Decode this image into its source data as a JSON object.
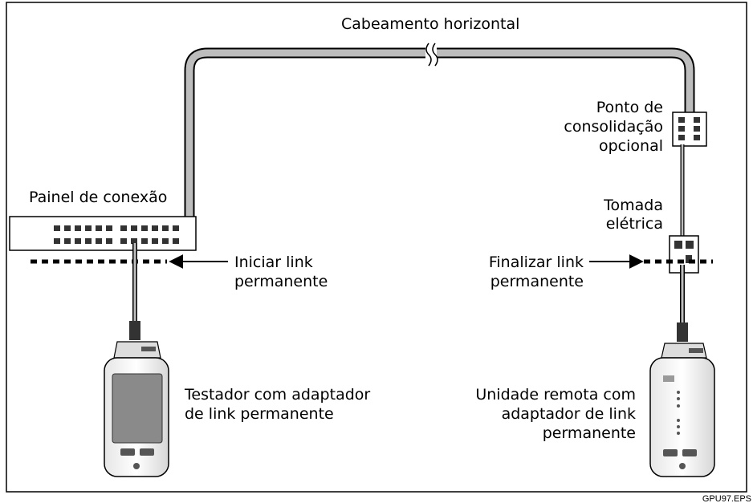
{
  "labels": {
    "horizontal_cabling": "Cabeamento horizontal",
    "patch_panel": "Painel de conexão",
    "consolidation_point": [
      "Ponto de",
      "consolidação",
      "opcional"
    ],
    "outlet": [
      "Tomada",
      "elétrica"
    ],
    "link_start": [
      "Iniciar link",
      "permanente"
    ],
    "link_end": [
      "Finalizar link",
      "permanente"
    ],
    "tester": [
      "Testador com adaptador",
      "de link permanente"
    ],
    "remote": [
      "Unidade remota com",
      "adaptador de link",
      "permanente"
    ]
  },
  "figure_code": "GPU97.EPS",
  "colors": {
    "cable": "#bdbdbd",
    "outline": "#000000",
    "device_screen": "#8a8a8a"
  }
}
